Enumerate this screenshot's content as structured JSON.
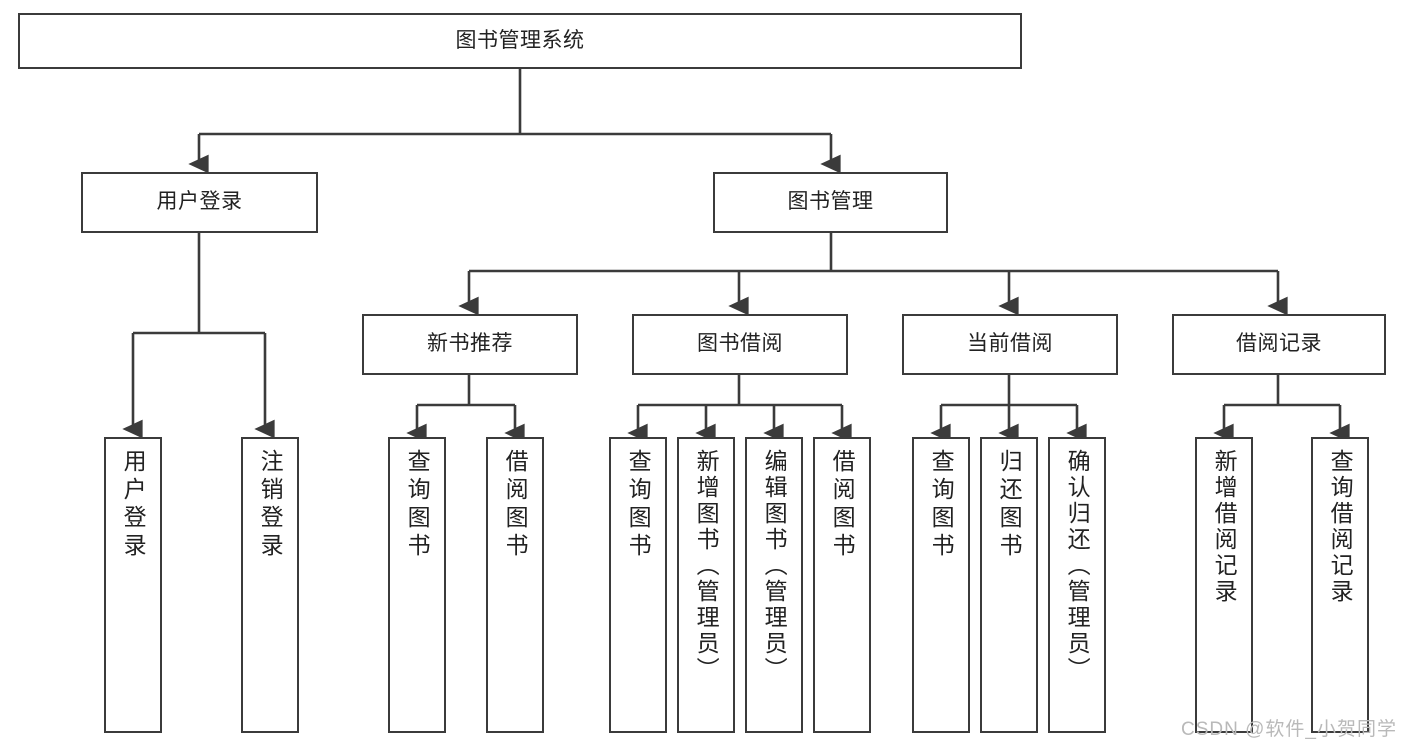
{
  "diagram": {
    "title": "图书管理系统",
    "type": "tree",
    "root": {
      "label": "图书管理系统"
    },
    "level2": [
      {
        "label": "用户登录"
      },
      {
        "label": "图书管理"
      }
    ],
    "level3": [
      {
        "label": "新书推荐"
      },
      {
        "label": "图书借阅"
      },
      {
        "label": "当前借阅"
      },
      {
        "label": "借阅记录"
      }
    ],
    "leaves": {
      "user_login": [
        {
          "label": "用户登录"
        },
        {
          "label": "注销登录"
        }
      ],
      "new_book_recommend": [
        {
          "label": "查询图书"
        },
        {
          "label": "借阅图书"
        }
      ],
      "book_borrow": [
        {
          "label": "查询图书"
        },
        {
          "label": "新增图书（管理员）"
        },
        {
          "label": "编辑图书（管理员）"
        },
        {
          "label": "借阅图书"
        }
      ],
      "current_borrow": [
        {
          "label": "查询图书"
        },
        {
          "label": "归还图书"
        },
        {
          "label": "确认归还（管理员）"
        }
      ],
      "borrow_record": [
        {
          "label": "新增借阅记录"
        },
        {
          "label": "查询借阅记录"
        }
      ]
    }
  },
  "watermark": {
    "text": "CSDN @软件_小贺同学"
  },
  "colors": {
    "stroke": "#3b3b3b",
    "fill": "#ffffff",
    "text": "#222222",
    "watermark": "#b9b9b9"
  }
}
